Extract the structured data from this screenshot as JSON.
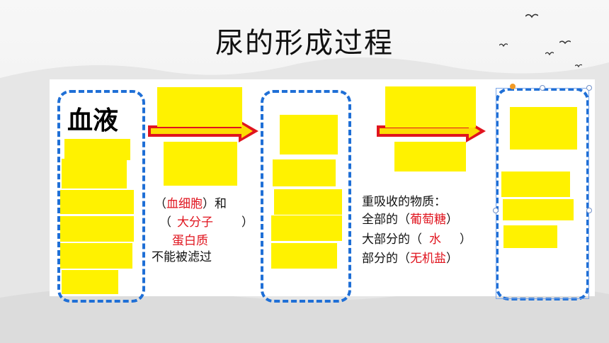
{
  "slide": {
    "title": "尿的形成过程",
    "blood_label": "血液",
    "filter_note": {
      "line1_open": "（",
      "line1_red": "血细胞",
      "line1_close": "）和",
      "line2_open": "（",
      "line2_red": "大分子",
      "line2_close": "）",
      "line3_red": "蛋白质",
      "line4": "不能被滤过"
    },
    "reabsorb_note": {
      "heading": "重吸收的物质：",
      "row1_prefix": "全部的（",
      "row1_red": "葡萄糖",
      "row1_close": "）",
      "row2_prefix": "大部分的（",
      "row2_red": "水",
      "row2_close": "）",
      "row3_prefix": "部分的（",
      "row3_red": "无机盐",
      "row3_close": "）"
    }
  },
  "colors": {
    "dashed_border": "#1f6fd6",
    "highlight_yellow": "#fff200",
    "arrow_red": "#e0141e",
    "answer_red": "#e0141e"
  }
}
